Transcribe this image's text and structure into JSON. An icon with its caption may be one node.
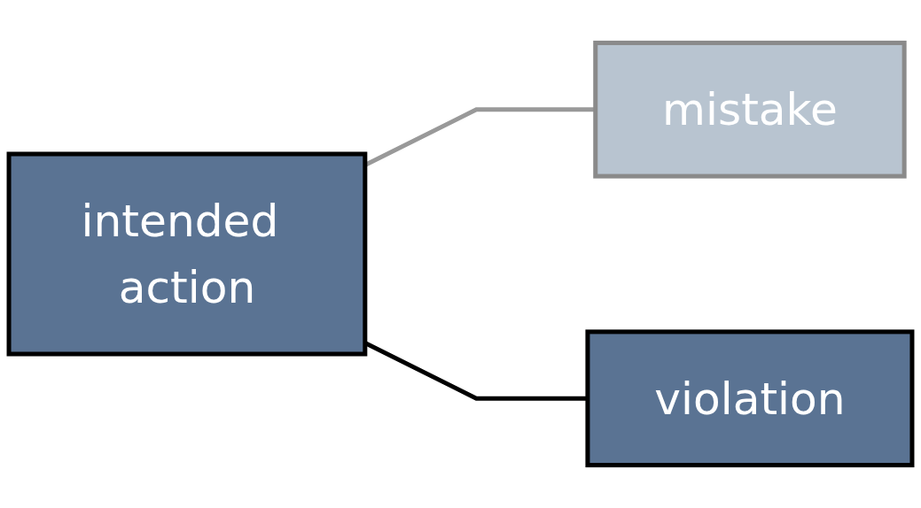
{
  "diagram": {
    "nodes": [
      {
        "text": [
          "intended action"
        ]
      },
      {
        "text": [
          "mistake"
        ]
      },
      {
        "text": [
          "violation"
        ]
      }
    ],
    "edges": [
      {
        "from": 0,
        "to": 1,
        "arrow": "none",
        "color": "#999999"
      },
      {
        "from": 0,
        "to": 2,
        "arrow": "none",
        "color": "#000000"
      }
    ]
  }
}
